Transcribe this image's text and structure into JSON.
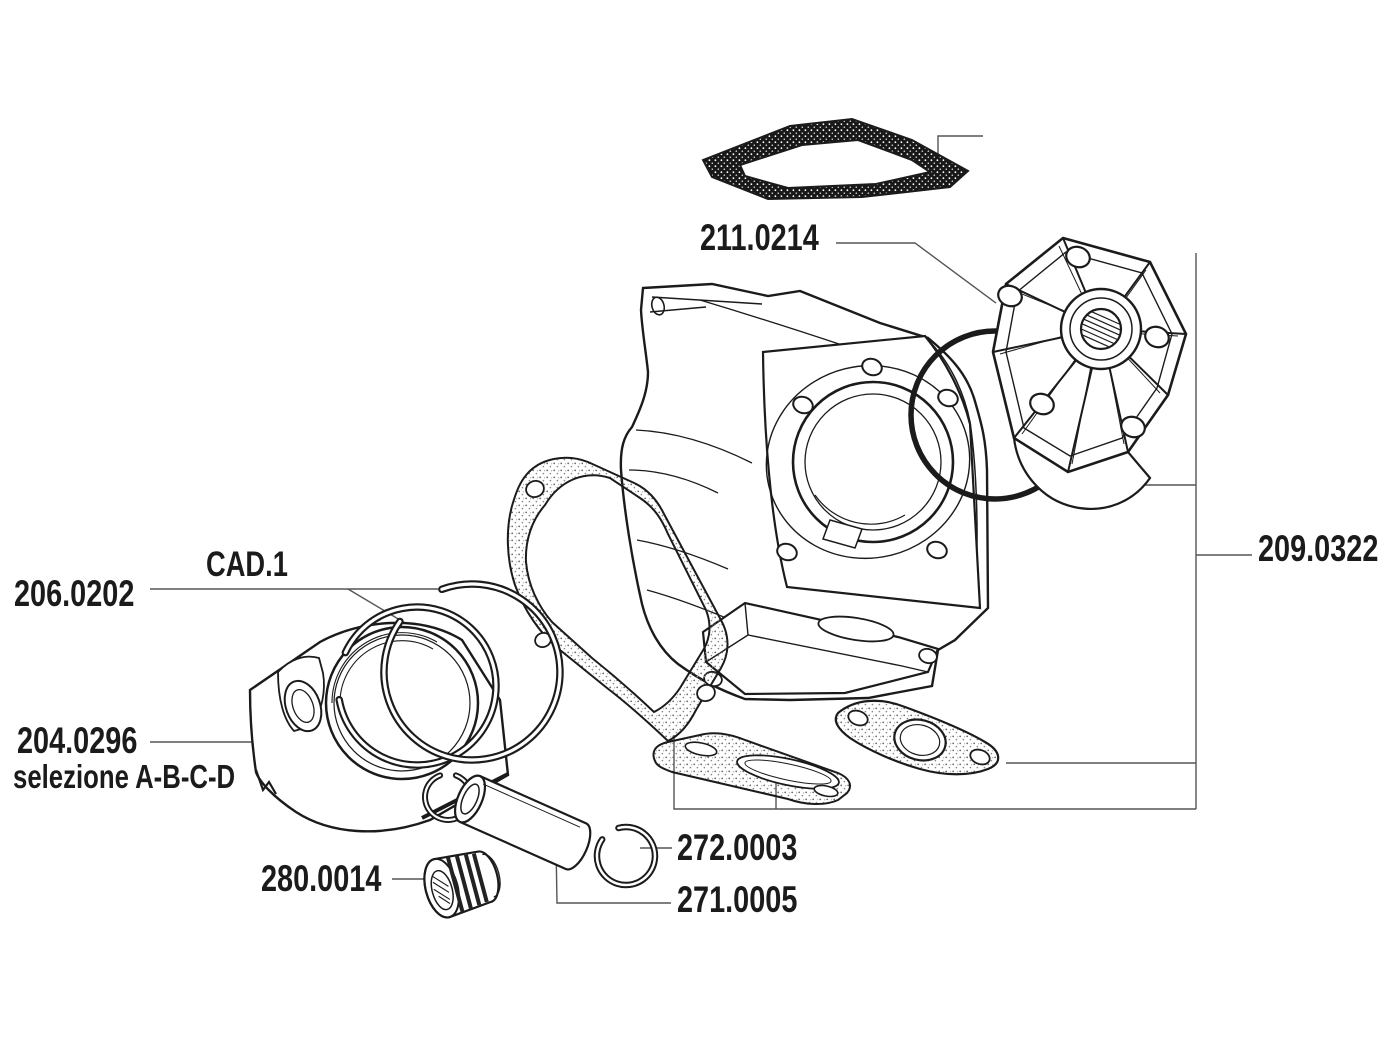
{
  "diagram": {
    "colors": {
      "background": "#ffffff",
      "ink": "#1b1b1b",
      "leader": "#555555"
    },
    "labels": [
      {
        "id": "head-cover",
        "text": "211.0214"
      },
      {
        "id": "gasket-set",
        "text": "209.0322"
      },
      {
        "id": "piston-rings",
        "text": "206.0202"
      },
      {
        "id": "rings-type",
        "text": "CAD.1"
      },
      {
        "id": "piston",
        "text": "204.0296"
      },
      {
        "id": "piston-selection",
        "text": "selezione A-B-C-D"
      },
      {
        "id": "small-end-bearing",
        "text": "280.0014"
      },
      {
        "id": "pin-clips",
        "text": "272.0003"
      },
      {
        "id": "piston-pin",
        "text": "271.0005"
      }
    ]
  }
}
